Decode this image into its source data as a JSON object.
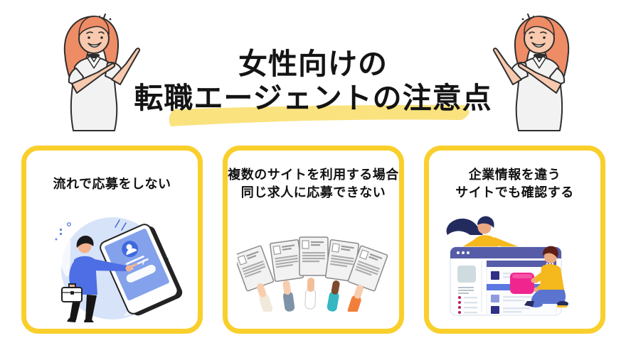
{
  "page": {
    "background_color": "#FFFFFF",
    "accent_yellow": "#F9CF2B",
    "highlight_yellow": "#FAE27E",
    "text_color": "#141414"
  },
  "header": {
    "title_line1": "女性向けの",
    "title_line2": "転職エージェントの注意点",
    "left_illustration": "woman-pointing-icon",
    "right_illustration": "woman-pointing-icon",
    "underline": "yellow-brush-highlight"
  },
  "cards": [
    {
      "title_lines": [
        "流れで応募をしない"
      ],
      "illustration": "man-applying-on-tablet-illustration"
    },
    {
      "title_lines": [
        "複数のサイトを利用する場合",
        "同じ求人に応募できない"
      ],
      "illustration": "hands-holding-resumes-illustration"
    },
    {
      "title_lines": [
        "企業情報を違う",
        "サイトでも確認する"
      ],
      "illustration": "people-checking-website-illustration"
    }
  ]
}
